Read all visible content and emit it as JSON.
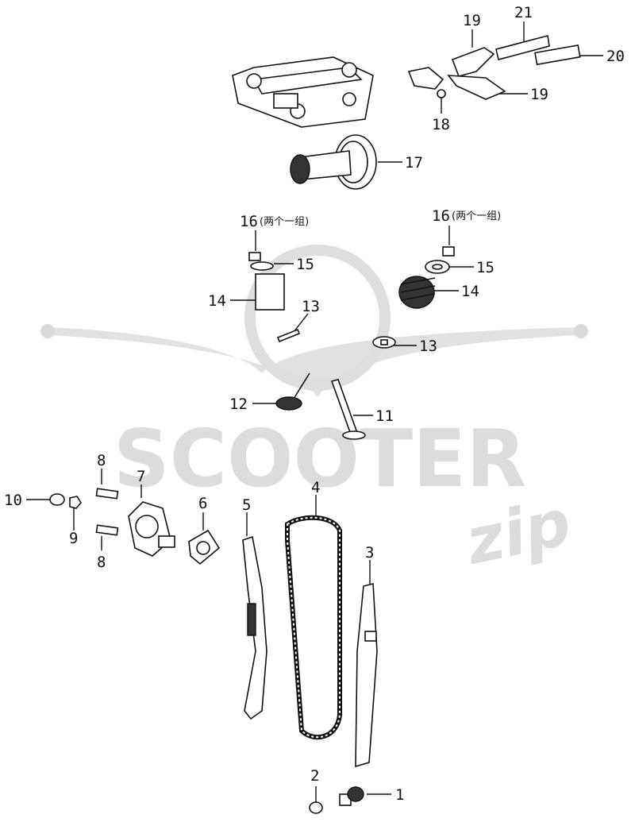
{
  "watermark": {
    "brand": "SCOOTER",
    "sub": "zip"
  },
  "callouts": [
    {
      "id": "c1",
      "text": "1"
    },
    {
      "id": "c2",
      "text": "2"
    },
    {
      "id": "c3",
      "text": "3"
    },
    {
      "id": "c4",
      "text": "4"
    },
    {
      "id": "c5",
      "text": "5"
    },
    {
      "id": "c6",
      "text": "6"
    },
    {
      "id": "c7",
      "text": "7"
    },
    {
      "id": "c8a",
      "text": "8"
    },
    {
      "id": "c8b",
      "text": "8"
    },
    {
      "id": "c9",
      "text": "9"
    },
    {
      "id": "c10",
      "text": "10"
    },
    {
      "id": "c11",
      "text": "11"
    },
    {
      "id": "c12",
      "text": "12"
    },
    {
      "id": "c13a",
      "text": "13"
    },
    {
      "id": "c13b",
      "text": "13"
    },
    {
      "id": "c14a",
      "text": "14"
    },
    {
      "id": "c14b",
      "text": "14"
    },
    {
      "id": "c15a",
      "text": "15"
    },
    {
      "id": "c15b",
      "text": "15"
    },
    {
      "id": "c16a",
      "text": "16"
    },
    {
      "id": "c16b",
      "text": "16"
    },
    {
      "id": "c17",
      "text": "17"
    },
    {
      "id": "c18",
      "text": "18"
    },
    {
      "id": "c19a",
      "text": "19"
    },
    {
      "id": "c19b",
      "text": "19"
    },
    {
      "id": "c20",
      "text": "20"
    },
    {
      "id": "c21",
      "text": "21"
    }
  ],
  "notes": [
    {
      "id": "n16a",
      "text": "(两个一组)"
    },
    {
      "id": "n16b",
      "text": "(两个一组)"
    }
  ]
}
